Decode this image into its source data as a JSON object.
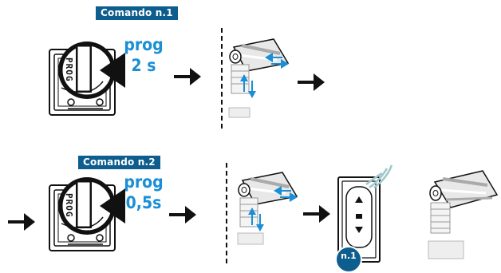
{
  "colors": {
    "badge_bg": "#0d5d8e",
    "badge_text": "#ffffff",
    "accent_text": "#1a8fd6",
    "line": "#111111"
  },
  "step1": {
    "badge": "Comando n.1",
    "action": "prog",
    "duration": "2 s",
    "switch_label": "PROG"
  },
  "step2": {
    "badge": "Comando n.2",
    "action": "prog",
    "duration": "0,5s",
    "switch_label": "PROG",
    "remote_badge": "n.1"
  },
  "icons": [
    "switch-prog-icon",
    "arrow-right-icon",
    "awning-icon",
    "double-arrow-icon",
    "remote-control-icon",
    "wireless-signal-icon",
    "dashed-divider"
  ]
}
